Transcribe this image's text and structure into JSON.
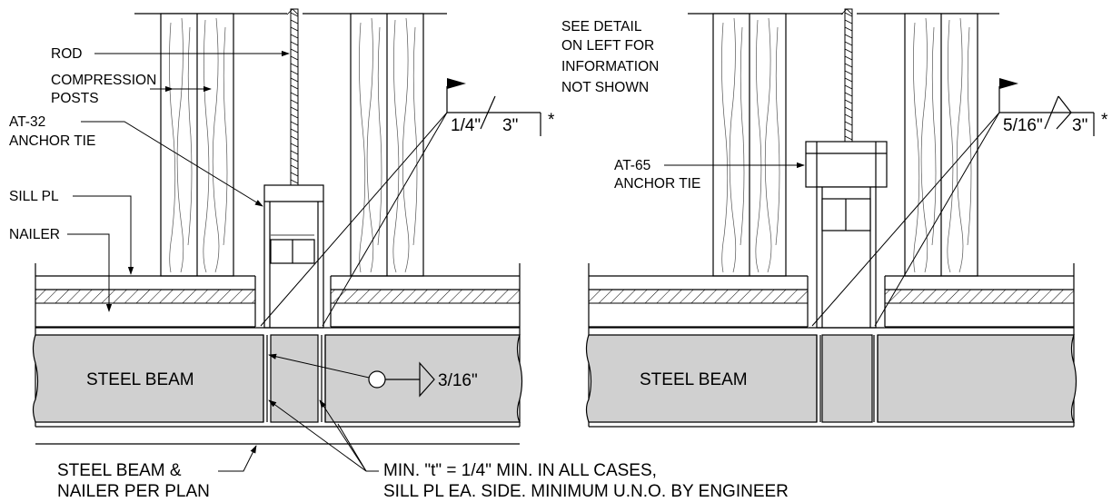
{
  "left_detail": {
    "labels": {
      "rod": "ROD",
      "compression_posts_1": "COMPRESSION",
      "compression_posts_2": "POSTS",
      "anchor_tie_1": "AT-32",
      "anchor_tie_2": "ANCHOR TIE",
      "sill_pl": "SILL PL",
      "nailer": "NAILER",
      "steel_beam": "STEEL BEAM",
      "weld_top_size": "1/4\"",
      "weld_top_length": "3\"",
      "weld_top_note": "*",
      "weld_beam_size": "3/16\""
    }
  },
  "right_detail": {
    "labels": {
      "see_detail_1": "SEE DETAIL",
      "see_detail_2": "ON LEFT FOR",
      "see_detail_3": "INFORMATION",
      "see_detail_4": "NOT SHOWN",
      "anchor_tie_1": "AT-65",
      "anchor_tie_2": "ANCHOR TIE",
      "steel_beam": "STEEL BEAM",
      "weld_size": "5/16\"",
      "weld_length": "3\"",
      "weld_note": "*"
    }
  },
  "notes": {
    "steel_beam_nailer_1": "STEEL BEAM &",
    "steel_beam_nailer_2": "NAILER PER PLAN",
    "min_t_1": "MIN. \"t\" = 1/4\" MIN. IN ALL CASES,",
    "min_t_2": "SILL PL EA. SIDE. MINIMUM U.N.O. BY ENGINEER"
  },
  "colors": {
    "beam_fill": "#d0d0d0",
    "line": "#000000",
    "background": "#ffffff"
  }
}
